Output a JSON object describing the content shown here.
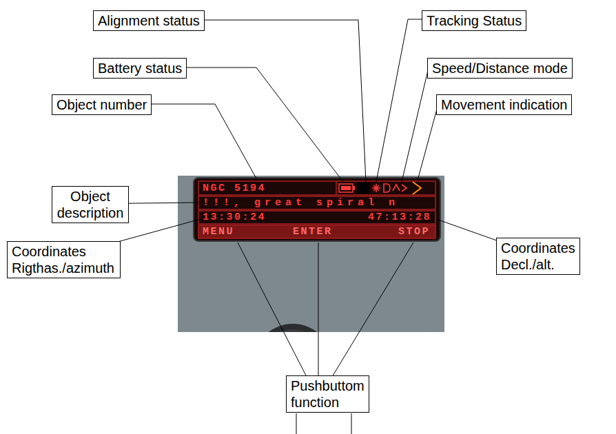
{
  "diagram": {
    "nodes": [
      {
        "text": [
          "Alignment status"
        ]
      },
      {
        "text": [
          "Tracking Status"
        ]
      },
      {
        "text": [
          "Battery status"
        ]
      },
      {
        "text": [
          "Speed/Distance mode"
        ]
      },
      {
        "text": [
          "Object number"
        ]
      },
      {
        "text": [
          "Movement indication"
        ]
      },
      {
        "text": [
          "Object description"
        ]
      },
      {
        "text": [
          "Coordinates Rigthas./azimuth"
        ]
      },
      {
        "text": [
          "Coordinates Decl./alt."
        ]
      },
      {
        "text": [
          "Pushbuttom function"
        ]
      }
    ],
    "labels": [
      "NGC 5194",
      "!!!, great spiral n",
      "13:30:24",
      "47:13:28",
      "MENU",
      "ENTER",
      "STOP"
    ]
  }
}
